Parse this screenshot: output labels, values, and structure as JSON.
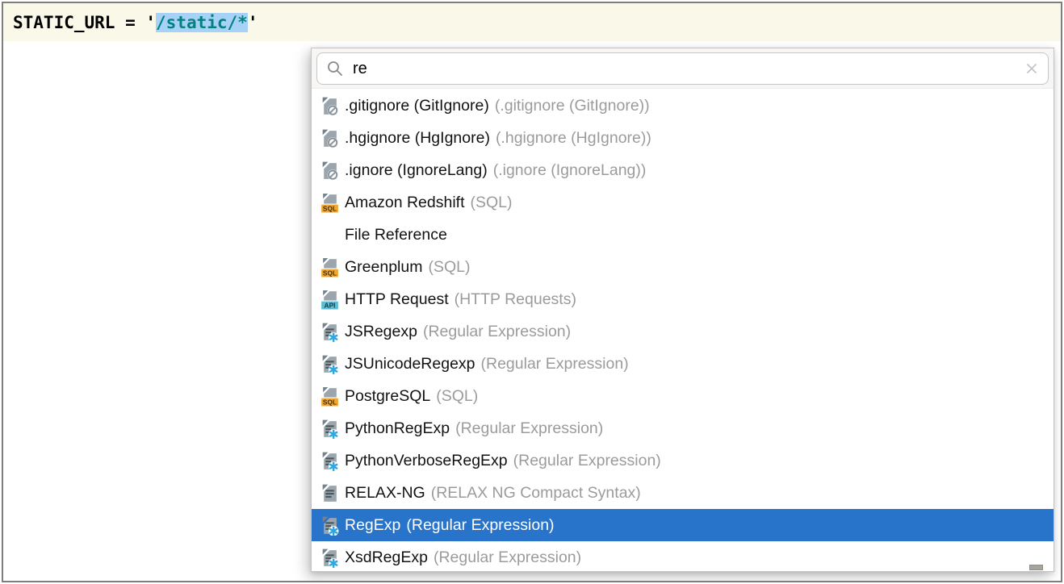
{
  "editor": {
    "line": {
      "prefix": "STATIC_URL = ",
      "open_quote": "'",
      "selected_text": "/static/*",
      "close_quote": "'"
    },
    "colors": {
      "string": "#00827F",
      "selection_bg": "#A8D1F7",
      "current_line_bg": "#FAF8E9",
      "text": "#000000"
    }
  },
  "popup": {
    "search": {
      "value": "re",
      "search_icon": "magnifier",
      "clear_icon": "close"
    },
    "colors": {
      "selected_row_bg": "#2874CB",
      "selected_row_text": "#FFFFFF",
      "primary_text": "#121212",
      "secondary_text": "#9B9B9B"
    },
    "badges": {
      "sql": "SQL",
      "api": "API"
    },
    "items": [
      {
        "icon": "ignore",
        "name": ".gitignore (GitIgnore)",
        "detail": "(.gitignore (GitIgnore))",
        "selected": false
      },
      {
        "icon": "ignore",
        "name": ".hgignore (HgIgnore)",
        "detail": "(.hgignore (HgIgnore))",
        "selected": false
      },
      {
        "icon": "ignore",
        "name": ".ignore (IgnoreLang)",
        "detail": "(.ignore (IgnoreLang))",
        "selected": false
      },
      {
        "icon": "sql",
        "name": "Amazon Redshift",
        "detail": "(SQL)",
        "selected": false
      },
      {
        "icon": "none",
        "name": "File Reference",
        "detail": "",
        "selected": false
      },
      {
        "icon": "sql",
        "name": "Greenplum",
        "detail": "(SQL)",
        "selected": false
      },
      {
        "icon": "api",
        "name": "HTTP Request",
        "detail": "(HTTP Requests)",
        "selected": false
      },
      {
        "icon": "regexp",
        "name": "JSRegexp",
        "detail": "(Regular Expression)",
        "selected": false
      },
      {
        "icon": "regexp",
        "name": "JSUnicodeRegexp",
        "detail": "(Regular Expression)",
        "selected": false
      },
      {
        "icon": "sql",
        "name": "PostgreSQL",
        "detail": "(SQL)",
        "selected": false
      },
      {
        "icon": "regexp",
        "name": "PythonRegExp",
        "detail": "(Regular Expression)",
        "selected": false
      },
      {
        "icon": "regexp",
        "name": "PythonVerboseRegExp",
        "detail": "(Regular Expression)",
        "selected": false
      },
      {
        "icon": "textfile",
        "name": "RELAX-NG",
        "detail": "(RELAX NG Compact Syntax)",
        "selected": false
      },
      {
        "icon": "regexp",
        "name": "RegExp",
        "detail": "(Regular Expression)",
        "selected": true
      },
      {
        "icon": "regexp",
        "name": "XsdRegExp",
        "detail": "(Regular Expression)",
        "selected": false
      }
    ]
  }
}
